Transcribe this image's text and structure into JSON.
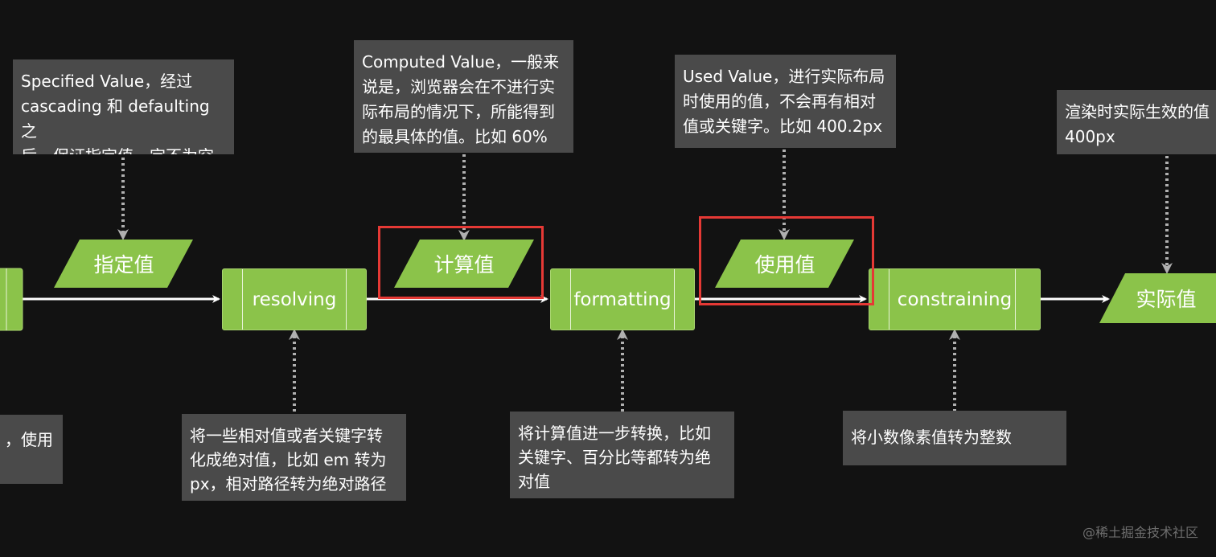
{
  "notes": {
    "specified": [
      "Specified Value，经过",
      "cascading 和 defaulting 之",
      "后，保证指定值一定不为空"
    ],
    "computed": [
      "Computed Value，一般来",
      "说是，浏览器会在不进行实",
      "际布局的情况下，所能得到",
      "的最具体的值。比如 60%"
    ],
    "used": [
      "Used Value，进行实际布局",
      "时使用的值，不会再有相对",
      "值或关键字。比如 400.2px"
    ],
    "actual": [
      "渲染时实际生效的值",
      "400px"
    ],
    "left_partial": [
      "，使用"
    ],
    "resolving": [
      "将一些相对值或者关键字转",
      "化成绝对值，比如 em 转为",
      "px，相对路径转为绝对路径"
    ],
    "formatting": [
      "将计算值进一步转换，比如",
      "关键字、百分比等都转为绝",
      "对值"
    ],
    "constraining": [
      "将小数像素值转为整数"
    ]
  },
  "values": {
    "specified": "指定值",
    "computed": "计算值",
    "used": "使用值",
    "actual": "实际值"
  },
  "processes": {
    "resolving": "resolving",
    "formatting": "formatting",
    "constraining": "constraining"
  },
  "colors": {
    "background": "#121212",
    "node_green": "#8bc34a",
    "note_gray": "#4a4a4a",
    "highlight_red": "#e53935",
    "arrow_white": "#ffffff",
    "connector_gray": "#b0b0b0"
  },
  "watermark": "@稀土掘金技术社区"
}
